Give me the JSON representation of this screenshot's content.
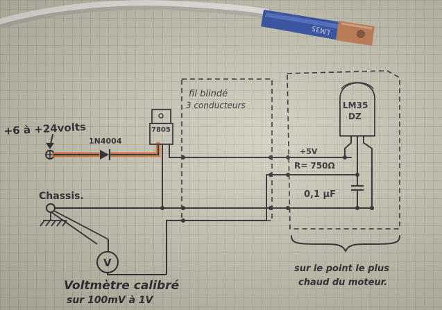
{
  "labels": {
    "supply": "+6 à +24volts",
    "diode": "1N4004",
    "regulator": "7805",
    "shielded_cable": "fil blindé",
    "shielded_cable_conductors": "3 conducteurs",
    "plus_5v": "+5V",
    "resistor": "R= 750Ω",
    "capacitor": "0,1 µF",
    "sensor_line1": "LM35",
    "sensor_line2": "DZ",
    "chassis": "Chassis.",
    "voltmeter_symbol": "V",
    "voltmeter_caption_line1": "Voltmètre calibré",
    "voltmeter_caption_line2": "sur 100mV à 1V",
    "location_line1": "sur le point le plus",
    "location_line2": "chaud du moteur.",
    "probe_sleeve_text": "LM35"
  },
  "colors": {
    "paper": "#cdc9b8",
    "ink": "#1c1c24",
    "highlight_wire": "#d9661e",
    "cable_white": "#eeeeea",
    "heat_shrink_blue": "#2347a8",
    "copper_lug": "#c5784a"
  }
}
